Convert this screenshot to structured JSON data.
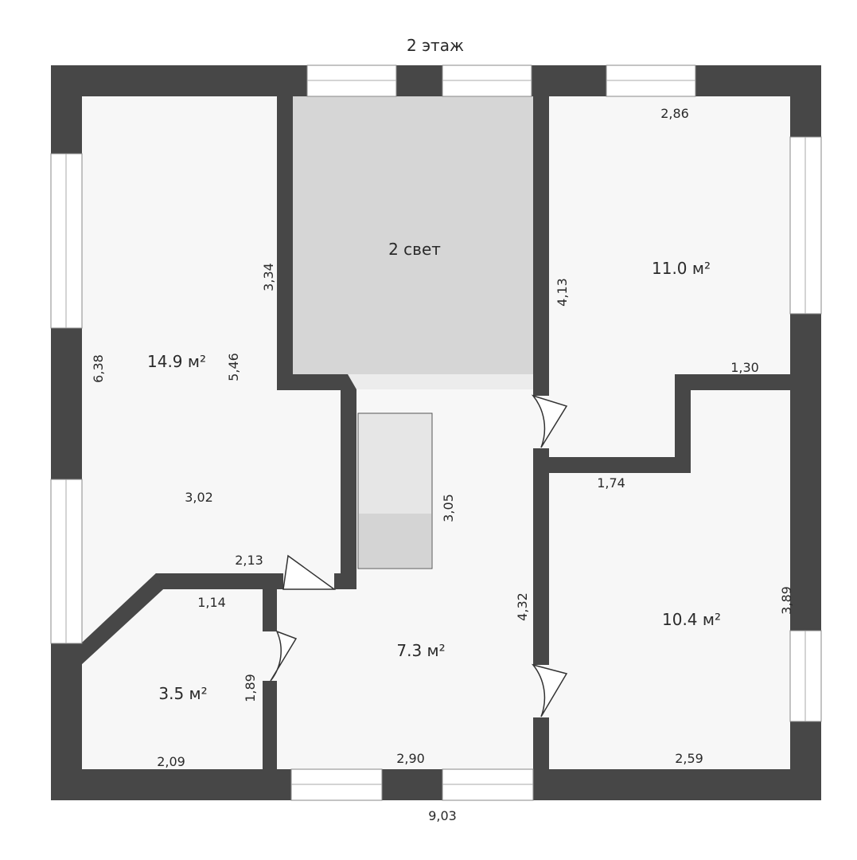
{
  "title": "2 этаж",
  "colors": {
    "wall": "#474747",
    "floor": "#f7f7f7",
    "void": "#d6d6d6",
    "window": "#ffffff",
    "text": "#2a2a2a"
  },
  "rooms": {
    "left_room_area": "14.9 м²",
    "top_right_area": "11.0 м²",
    "bottom_right_area": "10.4 м²",
    "hall_area": "7.3 м²",
    "small_room_area": "3.5 м²",
    "void_label": "2 свет"
  },
  "dimensions": {
    "total_width": "9,03",
    "left_height": "6,38",
    "left_inner_height": "5,46",
    "void_height": "3,34",
    "top_right_width": "2,86",
    "top_right_height": "4,13",
    "right_step": "1,30",
    "corridor_width": "1,74",
    "right_bottom_height": "3,89",
    "left_width": "3,02",
    "left_lower_width": "2,13",
    "stair_length": "3,05",
    "hall_height": "4,32",
    "small_top": "1,14",
    "small_height": "1,89",
    "small_bottom": "2,09",
    "hall_bottom": "2,90",
    "right_bottom_width": "2,59"
  }
}
